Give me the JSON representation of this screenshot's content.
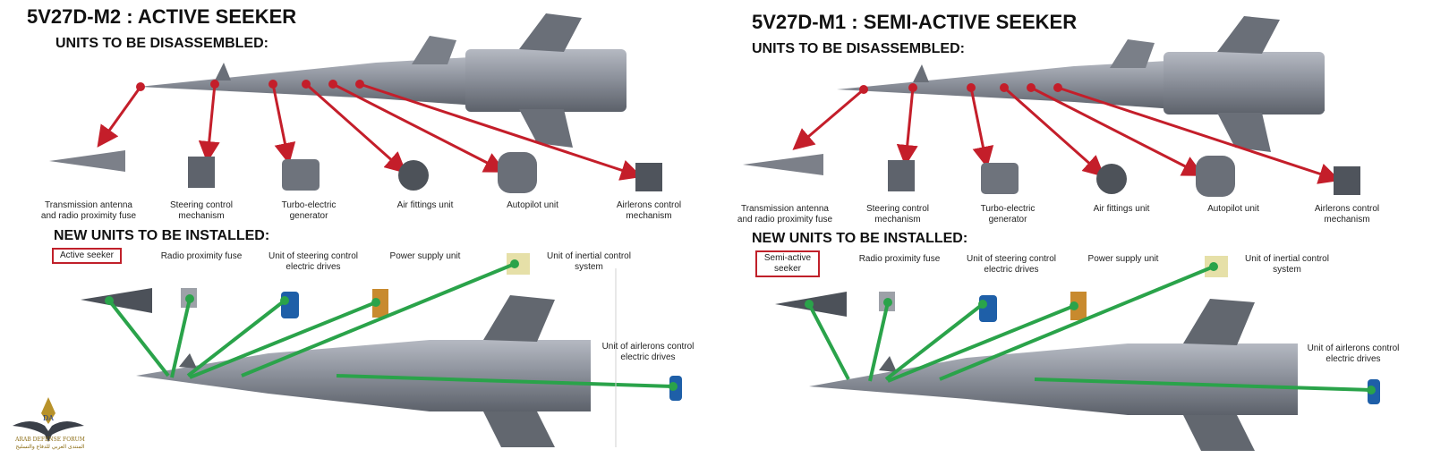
{
  "panels": [
    {
      "title": "5V27D-M2 : ACTIVE SEEKER",
      "section_disassembled": "UNITS TO BE DISASSEMBLED:",
      "section_new": "NEW UNITS TO BE INSTALLED:",
      "disassembled_units": [
        "Transmission antenna\nand radio proximity fuse",
        "Steering control\nmechanism",
        "Turbo-electric\ngenerator",
        "Air fittings unit",
        "Autopilot unit",
        "Airlerons control\nmechanism"
      ],
      "new_units": [
        "Active seeker",
        "Radio proximity fuse",
        "Unit of steering control\nelectric drives",
        "Power supply unit",
        "Unit of inertial control\nsystem",
        "Unit of airlerons control\nelectric drives"
      ]
    },
    {
      "title": "5V27D-M1 : SEMI-ACTIVE SEEKER",
      "section_disassembled": "UNITS TO BE DISASSEMBLED:",
      "section_new": "NEW UNITS TO BE INSTALLED:",
      "disassembled_units": [
        "Transmission antenna\nand radio proximity fuse",
        "Steering control\nmechanism",
        "Turbo-electric\ngenerator",
        "Air fittings unit",
        "Autopilot unit",
        "Airlerons control\nmechanism"
      ],
      "new_units": [
        "Semi-active\nseeker",
        "Radio proximity fuse",
        "Unit of steering control\nelectric drives",
        "Power supply unit",
        "Unit of inertial control\nsystem",
        "Unit of airlerons control\nelectric drives"
      ]
    }
  ],
  "watermark": {
    "line1": "ARAB DEFENSE FORUM",
    "line2": "المنتدى العربي للدفاع والتسليح"
  },
  "colors": {
    "disassemble_arrow": "#c41e2a",
    "install_line": "#2aa34a",
    "missile_body": "#8a8f99",
    "highlight_box": "#c0202a"
  }
}
